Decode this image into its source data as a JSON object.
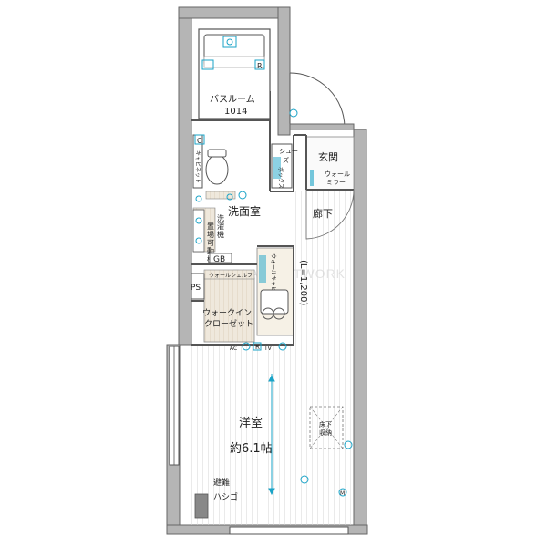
{
  "rooms": {
    "bathroom": {
      "name": "バスルーム",
      "size": "1014"
    },
    "entrance": "玄関",
    "shoebox": [
      "シュー",
      "ズ",
      "ボックス"
    ],
    "wall_mirror": [
      "ウォール",
      "ミラー"
    ],
    "washroom": "洗面室",
    "corridor": "廊下",
    "toilet_cabinet": [
      "キャビネット"
    ],
    "washer": [
      "洗",
      "濯",
      "機",
      "置",
      "場"
    ],
    "movable_shelf": [
      "可",
      "動",
      "棚"
    ],
    "gb": "GB",
    "ps": "PS",
    "wall_shelf": "ウォールシェルフ",
    "walkin_closet": [
      "ウォークイン",
      "クローゼット"
    ],
    "kitchen_cabinet": "ウォールキャビネット",
    "ceiling_height": "(L=1,200)",
    "western_room": {
      "name": "洋室",
      "size": "約6.1帖"
    },
    "floor_storage": [
      "床下",
      "収納"
    ],
    "escape_ladder": [
      "避難",
      "ハシゴ"
    ],
    "watermark": "PLAN NETWORK"
  },
  "symbols": {
    "c_mark": "C",
    "r_mark": "R",
    "tv_mark": "TV",
    "ac_mark": "AC",
    "m_mark": "M"
  },
  "colors": {
    "wall": "#b5b5b5",
    "wall_line": "#666666",
    "closet": "#efe8dc",
    "floor_line": "#d5d5d5",
    "accent": "#1aa3c7"
  }
}
